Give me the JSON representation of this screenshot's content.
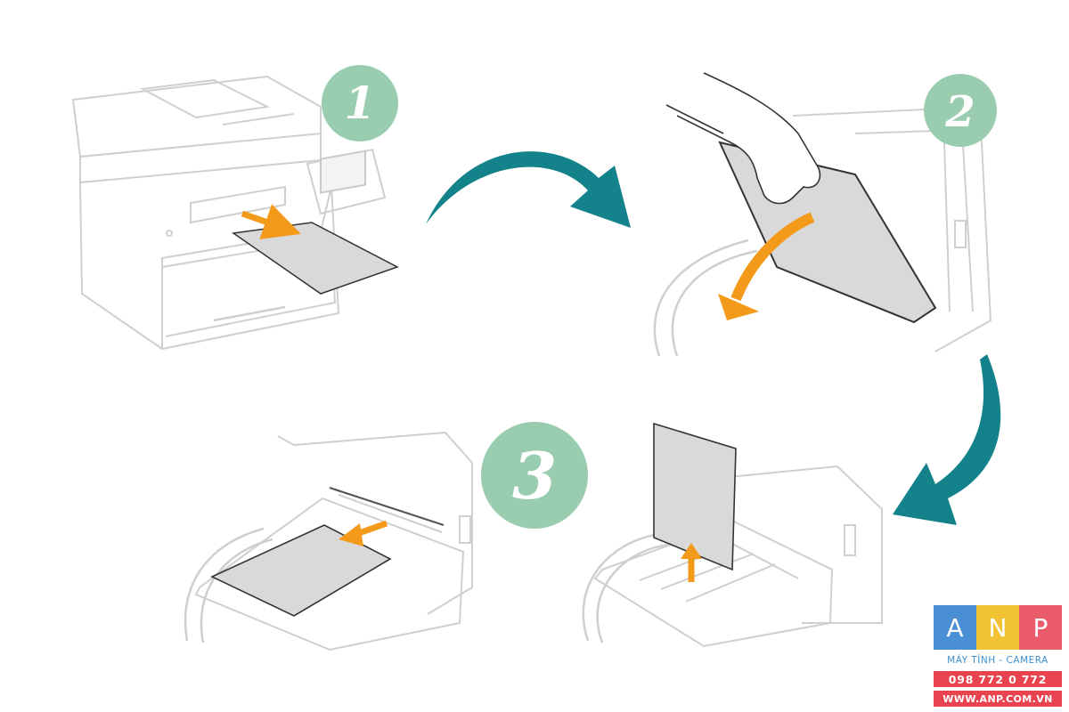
{
  "steps": [
    {
      "number": "1"
    },
    {
      "number": "2"
    },
    {
      "number": "3"
    }
  ],
  "colors": {
    "badge": "#9acdb0",
    "arrow_teal": "#13828a",
    "action_orange": "#f39a1b",
    "paper_gray": "#d9d9d9",
    "line_gray": "#c9c9c9"
  },
  "logo": {
    "letters": [
      "A",
      "N",
      "P"
    ],
    "tagline": "MÁY TÍNH - CAMERA",
    "phone": "098 772 0 772",
    "website": "WWW.ANP.COM.VN"
  }
}
